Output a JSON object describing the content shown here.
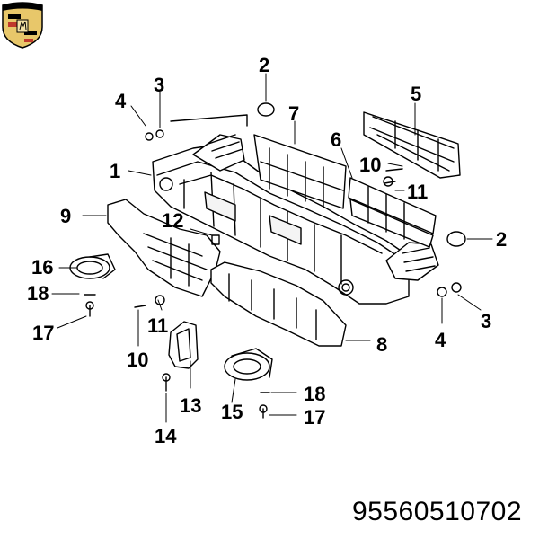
{
  "diagram": {
    "part_number": "95560510702",
    "logo": "porsche-crest-logo",
    "callouts": [
      {
        "id": "c2a",
        "label": "2"
      },
      {
        "id": "c3a",
        "label": "3"
      },
      {
        "id": "c4a",
        "label": "4"
      },
      {
        "id": "c5",
        "label": "5"
      },
      {
        "id": "c7",
        "label": "7"
      },
      {
        "id": "c6",
        "label": "6"
      },
      {
        "id": "c1",
        "label": "1"
      },
      {
        "id": "c10a",
        "label": "10"
      },
      {
        "id": "c11a",
        "label": "11"
      },
      {
        "id": "c9",
        "label": "9"
      },
      {
        "id": "c12",
        "label": "12"
      },
      {
        "id": "c2b",
        "label": "2"
      },
      {
        "id": "c16",
        "label": "16"
      },
      {
        "id": "c18a",
        "label": "18"
      },
      {
        "id": "c17a",
        "label": "17"
      },
      {
        "id": "c11b",
        "label": "11"
      },
      {
        "id": "c10b",
        "label": "10"
      },
      {
        "id": "c4b",
        "label": "4"
      },
      {
        "id": "c3b",
        "label": "3"
      },
      {
        "id": "c8",
        "label": "8"
      },
      {
        "id": "c13",
        "label": "13"
      },
      {
        "id": "c14",
        "label": "14"
      },
      {
        "id": "c15",
        "label": "15"
      },
      {
        "id": "c18b",
        "label": "18"
      },
      {
        "id": "c17b",
        "label": "17"
      }
    ]
  }
}
